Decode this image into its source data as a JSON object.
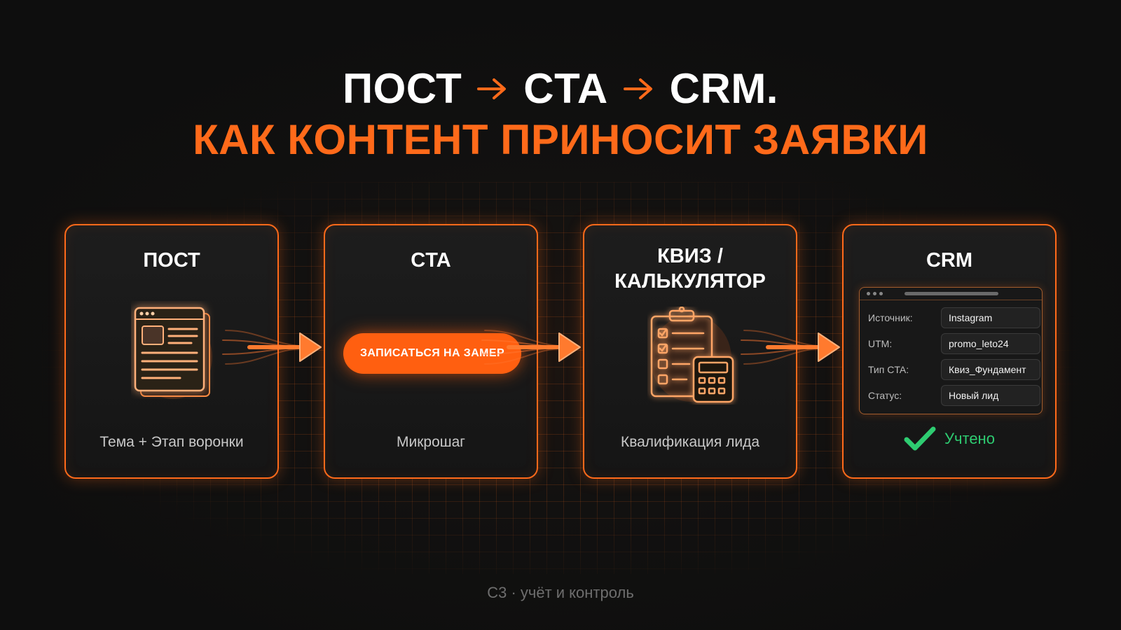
{
  "header": {
    "line1": [
      "ПОСТ",
      "CTA",
      "CRM."
    ],
    "line2": "КАК КОНТЕНТ ПРИНОСИТ ЗАЯВКИ"
  },
  "steps": [
    {
      "title": "ПОСТ",
      "caption": "Тема + Этап воронки"
    },
    {
      "title": "CTA",
      "caption": "Микрошаг",
      "button": "ЗАПИСАТЬСЯ НА ЗАМЕР"
    },
    {
      "title_lines": [
        "КВИЗ /",
        "КАЛЬКУЛЯТОР"
      ],
      "caption": "Квалификация лида"
    },
    {
      "title": "CRM",
      "fields": [
        {
          "label": "Источник:",
          "value": "Instagram"
        },
        {
          "label": "UTM:",
          "value": "promo_leto24"
        },
        {
          "label": "Тип CTA:",
          "value": "Квиз_Фундамент"
        },
        {
          "label": "Статус:",
          "value": "Новый лид"
        }
      ],
      "status": "Учтено"
    }
  ],
  "footer": "С3 · учёт и контроль",
  "colors": {
    "accent": "#ff6a1a",
    "success": "#2ecc71",
    "background": "#0f0f0f"
  },
  "icons": [
    "arrow-right-icon",
    "document-icon",
    "checklist-calculator-icon",
    "checkmark-icon"
  ]
}
